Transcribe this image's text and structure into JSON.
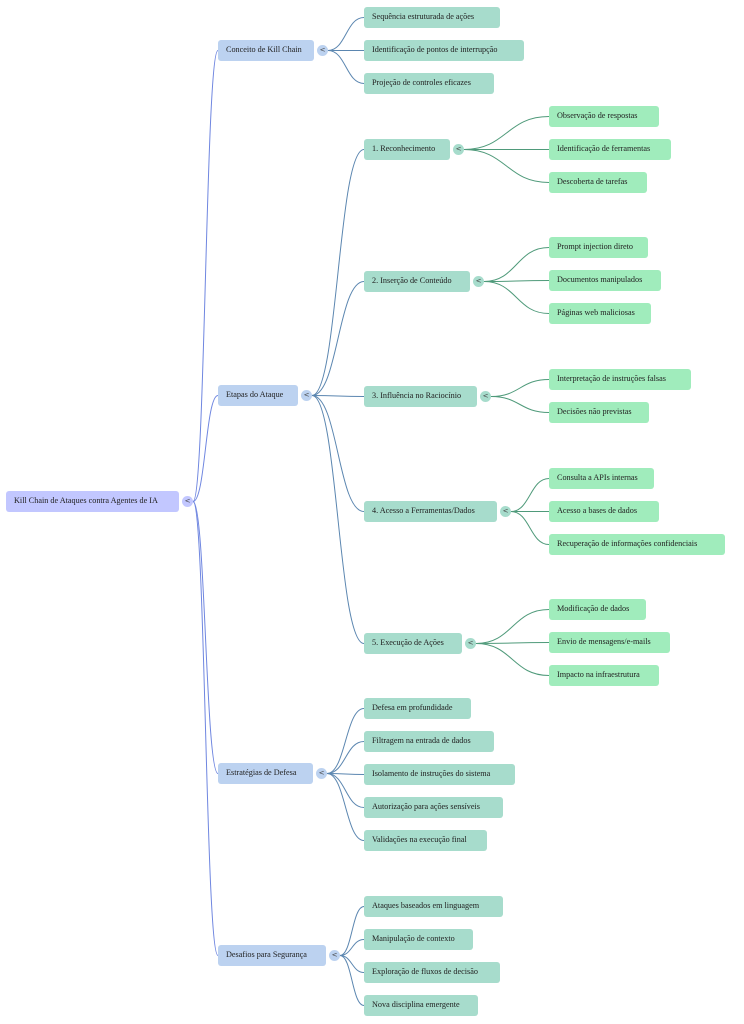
{
  "mindmap": {
    "colors": {
      "root": "#c2c7ff",
      "level1": "#bcd2f0",
      "level2": "#a7dccc",
      "level3": "#a0ecbc",
      "link_level1": "#6f86e0",
      "link_level2": "#5b86b0",
      "link_level3": "#4f9a7a"
    },
    "collapse_glyph": "<",
    "root": {
      "label": "Kill Chain de Ataques contra Agentes de IA",
      "children": [
        {
          "label": "Conceito de Kill Chain",
          "children": [
            {
              "label": "Sequência estruturada de ações"
            },
            {
              "label": "Identificação de pontos de interrupção"
            },
            {
              "label": "Projeção de controles eficazes"
            }
          ]
        },
        {
          "label": "Etapas do Ataque",
          "children": [
            {
              "label": "1. Reconhecimento",
              "children": [
                {
                  "label": "Observação de respostas"
                },
                {
                  "label": "Identificação de ferramentas"
                },
                {
                  "label": "Descoberta de tarefas"
                }
              ]
            },
            {
              "label": "2. Inserção de Conteúdo",
              "children": [
                {
                  "label": "Prompt injection direto"
                },
                {
                  "label": "Documentos manipulados"
                },
                {
                  "label": "Páginas web maliciosas"
                }
              ]
            },
            {
              "label": "3. Influência no Raciocínio",
              "children": [
                {
                  "label": "Interpretação de instruções falsas"
                },
                {
                  "label": "Decisões não previstas"
                }
              ]
            },
            {
              "label": "4. Acesso a Ferramentas/Dados",
              "children": [
                {
                  "label": "Consulta a APIs internas"
                },
                {
                  "label": "Acesso a bases de dados"
                },
                {
                  "label": "Recuperação de informações confidenciais"
                }
              ]
            },
            {
              "label": "5. Execução de Ações",
              "children": [
                {
                  "label": "Modificação de dados"
                },
                {
                  "label": "Envio de mensagens/e-mails"
                },
                {
                  "label": "Impacto na infraestrutura"
                }
              ]
            }
          ]
        },
        {
          "label": "Estratégias de Defesa",
          "children": [
            {
              "label": "Defesa em profundidade"
            },
            {
              "label": "Filtragem na entrada de dados"
            },
            {
              "label": "Isolamento de instruções do sistema"
            },
            {
              "label": "Autorização para ações sensíveis"
            },
            {
              "label": "Validações na execução final"
            }
          ]
        },
        {
          "label": "Desafios para Segurança",
          "children": [
            {
              "label": "Ataques baseados em linguagem"
            },
            {
              "label": "Manipulação de contexto"
            },
            {
              "label": "Exploração de fluxos de decisão"
            },
            {
              "label": "Nova disciplina emergente"
            }
          ]
        }
      ]
    }
  }
}
